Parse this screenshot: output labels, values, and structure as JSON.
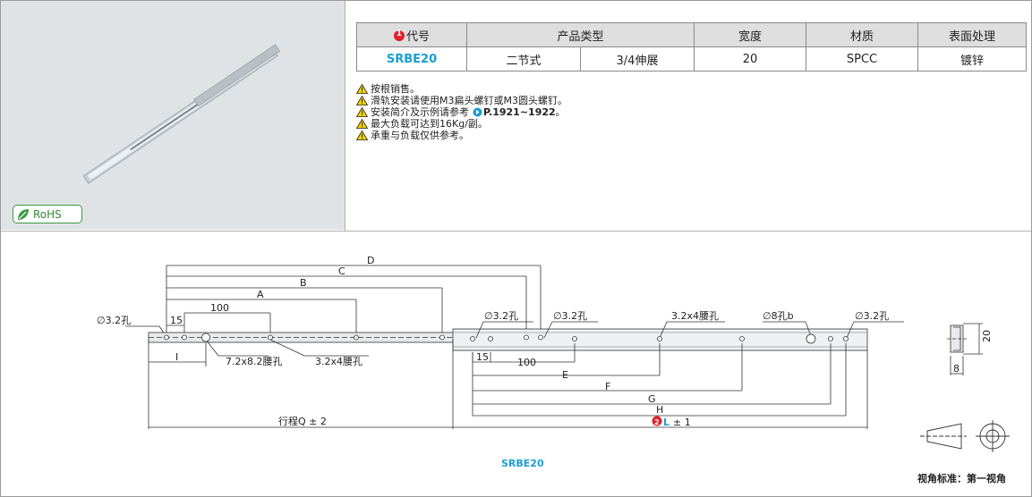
{
  "product_image": {
    "badge": "RoHS"
  },
  "spec_table": {
    "headers": [
      "代号",
      "产品类型",
      "宽度",
      "材质",
      "表面处理"
    ],
    "row": {
      "code": "SRBE20",
      "type1": "二节式",
      "type2": "3/4伸展",
      "width": "20",
      "material": "SPCC",
      "surface": "镀锌"
    }
  },
  "notes": [
    {
      "text": "按根销售。"
    },
    {
      "text": "滑轨安装请使用M3扁头螺钉或M3圆头螺钉。"
    },
    {
      "text": "安装简介及示例请参考",
      "ref": "P.1921~1922",
      "suffix": "。"
    },
    {
      "text": "最大负载可达到16Kg/副。"
    },
    {
      "text": "承重与负载仅供参考。"
    }
  ],
  "drawing": {
    "dims": {
      "D": "D",
      "C": "C",
      "B": "B",
      "A": "A",
      "d100a": "100",
      "d15a": "15",
      "I": "I",
      "d15b": "15",
      "d100b": "100",
      "E": "E",
      "F": "F",
      "G": "G",
      "H": "H",
      "stroke": "行程Q ± 2",
      "L": "L",
      "L_tol": "± 1",
      "L_num": "2"
    },
    "callouts": {
      "hole_left": "∅3.2孔",
      "slot_left": "7.2x8.2腰孔",
      "slot_left2": "3.2x4腰孔",
      "hole_mid1": "∅3.2孔",
      "hole_mid2": "∅3.2孔",
      "slot_mid": "3.2x4腰孔",
      "hole_8": "∅8孔b",
      "hole_right": "∅3.2孔"
    },
    "side_view": {
      "h": "20",
      "w": "8"
    },
    "caption": "SRBE20",
    "view_standard": "视角标准：第一视角"
  },
  "colors": {
    "accent_blue": "#1a9ed4",
    "red_badge": "#e0202a",
    "rohs_green": "#3b9a3f"
  }
}
